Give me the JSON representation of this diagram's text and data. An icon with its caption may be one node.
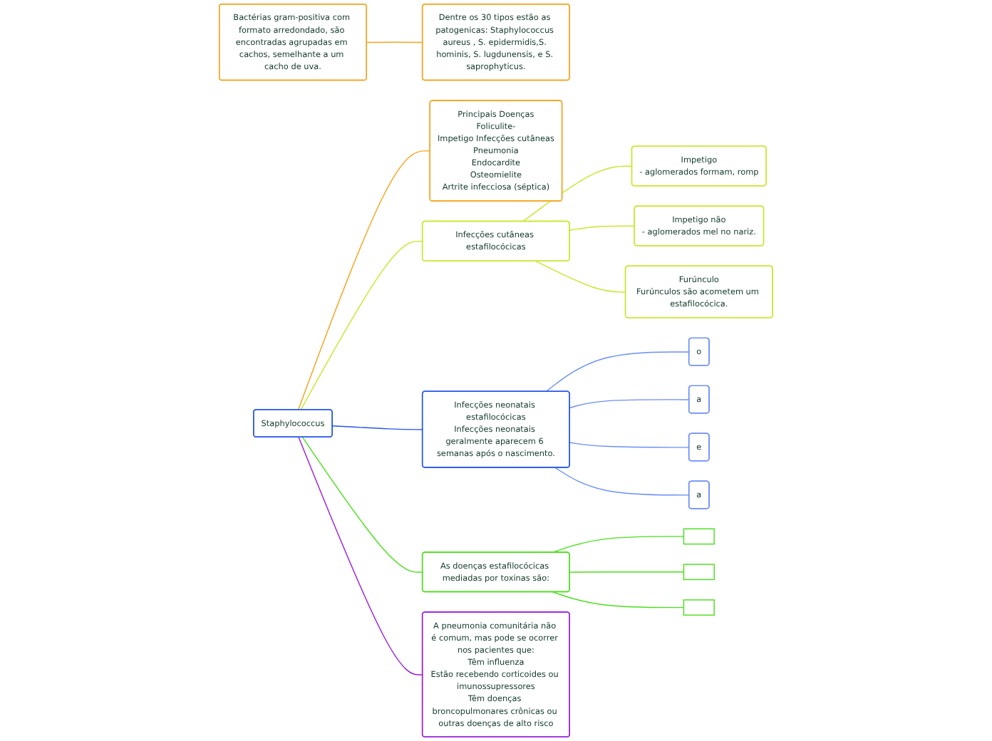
{
  "diagram": {
    "nodes": [
      {
        "text": [
          "Staphylococcus"
        ]
      },
      {
        "text": [
          "Bactérias gram-positiva com formato arredondado, são encontradas agrupadas em cachos, semelhante a um cacho de uva."
        ]
      },
      {
        "text": [
          "Dentre os 30 tipos estão as patogenicas: Staphylococcus aureus , S. epidermidis,S. hominis, S. lugdunensis, e S. saprophyticus."
        ]
      },
      {
        "text": [
          "Principais Doenças",
          "Foliculite-",
          "Impetigo Infecções cutâneas",
          "Pneumonia",
          "Endocardite",
          "Osteomielite",
          "Artrite infecciosa (séptica)"
        ]
      },
      {
        "text": [
          "Infecções cutâneas estafilocócicas"
        ]
      },
      {
        "text": [
          "Impetigo",
          "- aglomerados formam, romp"
        ]
      },
      {
        "text": [
          "Impetigo não",
          "- aglomerados mel no nariz."
        ]
      },
      {
        "text": [
          "Furúnculo",
          "Furúnculos são acometem um estafilocócica."
        ]
      },
      {
        "text": [
          "Infecções neonatais estafilocócicas",
          "Infecções neonatais geralmente aparecem 6 semanas após o nascimento."
        ]
      },
      {
        "text": [
          "o"
        ]
      },
      {
        "text": [
          "a"
        ]
      },
      {
        "text": [
          "e"
        ]
      },
      {
        "text": [
          "a"
        ]
      },
      {
        "text": [
          "As doenças estafilocócicas mediadas por toxinas são:"
        ]
      },
      {
        "text": [],
        "shape": "box"
      },
      {
        "text": [],
        "shape": "box"
      },
      {
        "text": [],
        "shape": "box"
      },
      {
        "text": [
          "A pneumonia comunitária não é comum, mas pode se ocorrer nos pacientes que:",
          "Têm influenza",
          "Estão recebendo corticoides ou imunossupressores",
          "Têm doenças broncopulmonares crônicas ou outras doenças de alto risco"
        ]
      }
    ],
    "edges": [
      {
        "from": 1,
        "to": 2,
        "arrow": "none",
        "color": "#f7a21b"
      },
      {
        "from": 0,
        "to": 3,
        "arrow": "none",
        "color": "#f7a21b"
      },
      {
        "from": 0,
        "to": 4,
        "arrow": "none",
        "color": "#c6e82a"
      },
      {
        "from": 4,
        "to": 5,
        "arrow": "none",
        "color": "#c6e82a"
      },
      {
        "from": 4,
        "to": 6,
        "arrow": "none",
        "color": "#c6e82a"
      },
      {
        "from": 4,
        "to": 7,
        "arrow": "none",
        "color": "#c6e82a"
      },
      {
        "from": 0,
        "to": 8,
        "arrow": "none",
        "color": "#2255ee"
      },
      {
        "from": 8,
        "to": 9,
        "arrow": "none",
        "color": "#6b8ff5"
      },
      {
        "from": 8,
        "to": 10,
        "arrow": "none",
        "color": "#6b8ff5"
      },
      {
        "from": 8,
        "to": 11,
        "arrow": "none",
        "color": "#6b8ff5"
      },
      {
        "from": 8,
        "to": 12,
        "arrow": "none",
        "color": "#6b8ff5"
      },
      {
        "from": 0,
        "to": 13,
        "arrow": "none",
        "color": "#49e01a"
      },
      {
        "from": 13,
        "to": 14,
        "arrow": "none",
        "color": "#49e01a"
      },
      {
        "from": 13,
        "to": 15,
        "arrow": "none",
        "color": "#49e01a"
      },
      {
        "from": 13,
        "to": 16,
        "arrow": "none",
        "color": "#49e01a"
      },
      {
        "from": 0,
        "to": 17,
        "arrow": "none",
        "color": "#9b1ee0"
      }
    ]
  }
}
